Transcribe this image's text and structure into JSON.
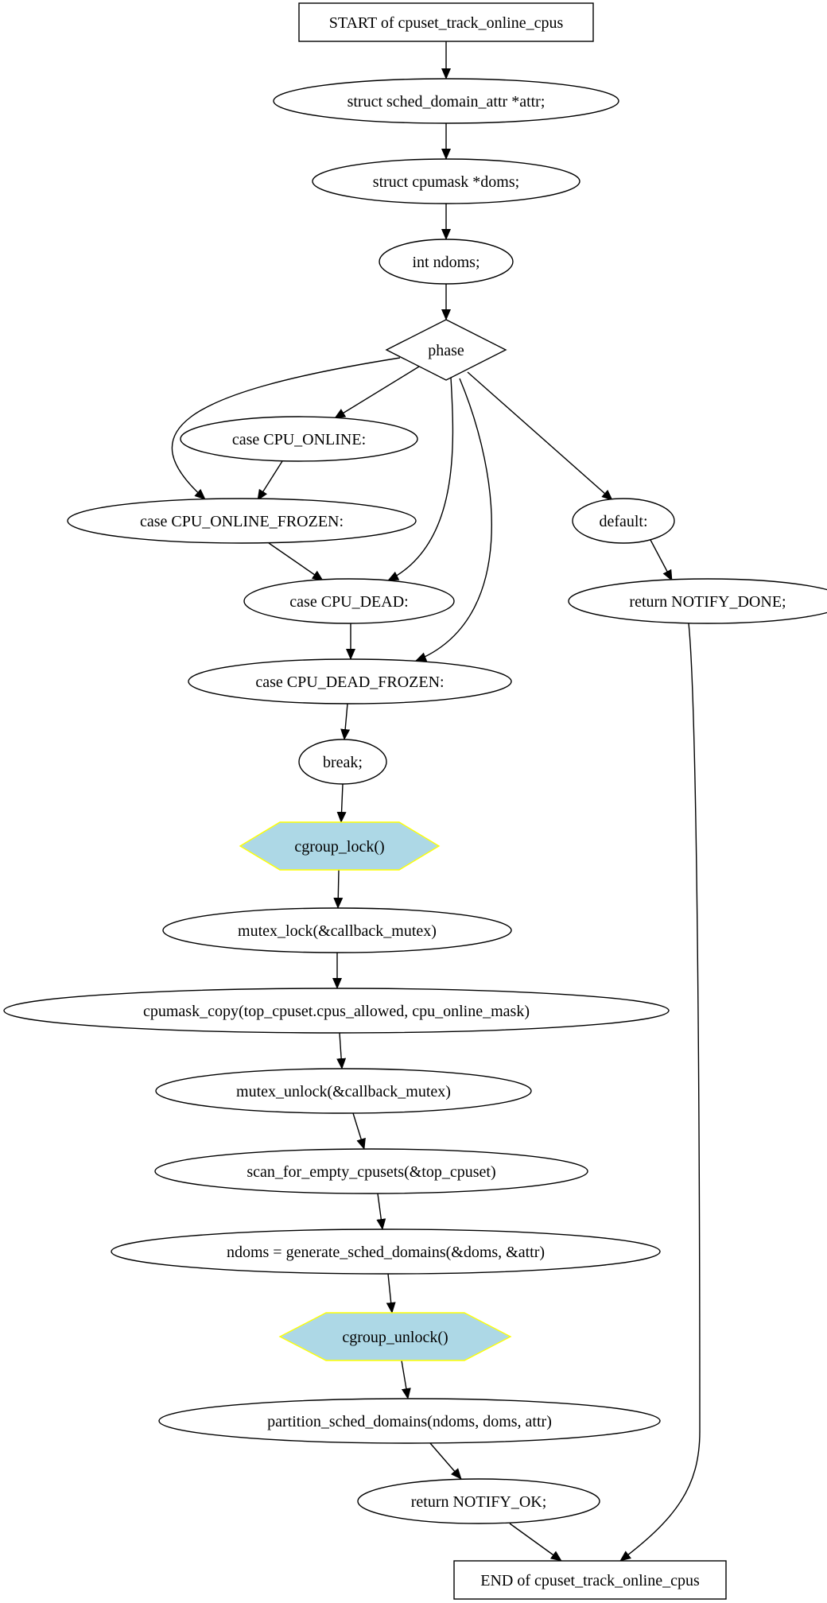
{
  "colors": {
    "stroke": "#000000",
    "background": "#ffffff",
    "hex_fill": "#add8e6",
    "hex_stroke": "#ffff00"
  },
  "nodes": {
    "start": {
      "label": "START of cpuset_track_online_cpus",
      "shape": "box"
    },
    "attr_decl": {
      "label": "struct sched_domain_attr *attr;",
      "shape": "ellipse"
    },
    "doms_decl": {
      "label": "struct cpumask *doms;",
      "shape": "ellipse"
    },
    "ndoms_decl": {
      "label": "int ndoms;",
      "shape": "ellipse"
    },
    "phase": {
      "label": "phase",
      "shape": "diamond"
    },
    "case_online": {
      "label": "case CPU_ONLINE:",
      "shape": "ellipse"
    },
    "case_online_frozen": {
      "label": "case CPU_ONLINE_FROZEN:",
      "shape": "ellipse"
    },
    "default": {
      "label": "default:",
      "shape": "ellipse"
    },
    "case_dead": {
      "label": "case CPU_DEAD:",
      "shape": "ellipse"
    },
    "return_done": {
      "label": "return NOTIFY_DONE;",
      "shape": "ellipse"
    },
    "case_dead_frozen": {
      "label": "case CPU_DEAD_FROZEN:",
      "shape": "ellipse"
    },
    "break": {
      "label": "break;",
      "shape": "ellipse"
    },
    "cgroup_lock": {
      "label": "cgroup_lock()",
      "shape": "hexagon"
    },
    "mutex_lock": {
      "label": "mutex_lock(&callback_mutex)",
      "shape": "ellipse"
    },
    "cpumask_copy": {
      "label": "cpumask_copy(top_cpuset.cpus_allowed, cpu_online_mask)",
      "shape": "ellipse"
    },
    "mutex_unlock": {
      "label": "mutex_unlock(&callback_mutex)",
      "shape": "ellipse"
    },
    "scan_empty": {
      "label": "scan_for_empty_cpusets(&top_cpuset)",
      "shape": "ellipse"
    },
    "generate": {
      "label": "ndoms = generate_sched_domains(&doms, &attr)",
      "shape": "ellipse"
    },
    "cgroup_unlock": {
      "label": "cgroup_unlock()",
      "shape": "hexagon"
    },
    "partition": {
      "label": "partition_sched_domains(ndoms, doms, attr)",
      "shape": "ellipse"
    },
    "return_ok": {
      "label": "return NOTIFY_OK;",
      "shape": "ellipse"
    },
    "end": {
      "label": "END of cpuset_track_online_cpus",
      "shape": "box"
    }
  },
  "edges": [
    [
      "start",
      "attr_decl"
    ],
    [
      "attr_decl",
      "doms_decl"
    ],
    [
      "doms_decl",
      "ndoms_decl"
    ],
    [
      "ndoms_decl",
      "phase"
    ],
    [
      "phase",
      "case_online"
    ],
    [
      "phase",
      "case_online_frozen"
    ],
    [
      "phase",
      "case_dead"
    ],
    [
      "phase",
      "case_dead_frozen"
    ],
    [
      "phase",
      "default"
    ],
    [
      "case_online",
      "case_online_frozen"
    ],
    [
      "case_online_frozen",
      "case_dead"
    ],
    [
      "case_dead",
      "case_dead_frozen"
    ],
    [
      "case_dead_frozen",
      "break"
    ],
    [
      "default",
      "return_done"
    ],
    [
      "return_done",
      "end"
    ],
    [
      "break",
      "cgroup_lock"
    ],
    [
      "cgroup_lock",
      "mutex_lock"
    ],
    [
      "mutex_lock",
      "cpumask_copy"
    ],
    [
      "cpumask_copy",
      "mutex_unlock"
    ],
    [
      "mutex_unlock",
      "scan_empty"
    ],
    [
      "scan_empty",
      "generate"
    ],
    [
      "generate",
      "cgroup_unlock"
    ],
    [
      "cgroup_unlock",
      "partition"
    ],
    [
      "partition",
      "return_ok"
    ],
    [
      "return_ok",
      "end"
    ]
  ]
}
